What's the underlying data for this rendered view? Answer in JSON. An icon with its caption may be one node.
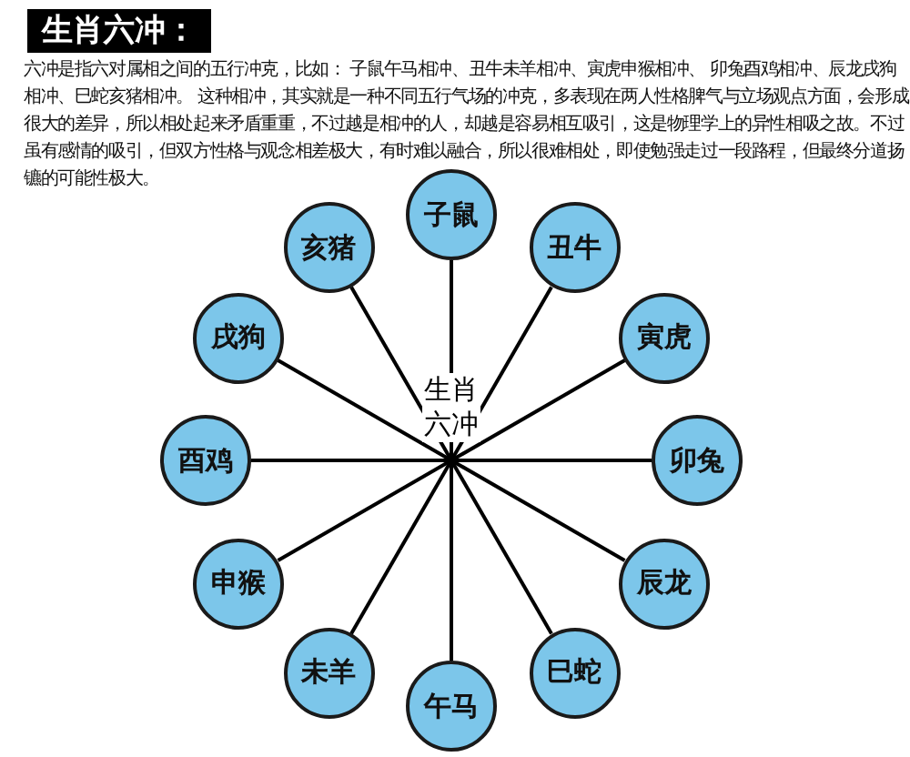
{
  "diagram": {
    "title": "生肖六冲：",
    "nodes": [
      {
        "text": [
          "生肖六冲"
        ]
      },
      {
        "text": [
          "子鼠"
        ]
      },
      {
        "text": [
          "丑牛"
        ]
      },
      {
        "text": [
          "寅虎"
        ]
      },
      {
        "text": [
          "卯兔"
        ]
      },
      {
        "text": [
          "辰龙"
        ]
      },
      {
        "text": [
          "巳蛇"
        ]
      },
      {
        "text": [
          "午马"
        ]
      },
      {
        "text": [
          "未羊"
        ]
      },
      {
        "text": [
          "申猴"
        ]
      },
      {
        "text": [
          "酉鸡"
        ]
      },
      {
        "text": [
          "戌狗"
        ]
      },
      {
        "text": [
          "亥猪"
        ]
      }
    ],
    "edges": [
      {
        "from": 0,
        "to": 1,
        "arrow": "none"
      },
      {
        "from": 0,
        "to": 2,
        "arrow": "none"
      },
      {
        "from": 0,
        "to": 3,
        "arrow": "none"
      },
      {
        "from": 0,
        "to": 4,
        "arrow": "none"
      },
      {
        "from": 0,
        "to": 5,
        "arrow": "none"
      },
      {
        "from": 0,
        "to": 6,
        "arrow": "none"
      },
      {
        "from": 0,
        "to": 7,
        "arrow": "none"
      },
      {
        "from": 0,
        "to": 8,
        "arrow": "none"
      },
      {
        "from": 0,
        "to": 9,
        "arrow": "none"
      },
      {
        "from": 0,
        "to": 10,
        "arrow": "none"
      },
      {
        "from": 0,
        "to": 11,
        "arrow": "none"
      },
      {
        "from": 0,
        "to": 12,
        "arrow": "none"
      }
    ],
    "labels": [
      "六冲是指六对属相之间的五行冲克，比如： 子鼠午马相冲、丑牛未羊相冲、寅虎申猴相冲、 卯兔酉鸡相冲、辰龙戌狗相冲、巳蛇亥猪相冲。 这种相冲，其实就是一种不同五行气场的冲克，多表现在两人性格脾气与立场观点方面，会形成很大的差异，所以相处起来矛盾重重，不过越是相冲的人，却越是容易相互吸引，这是物理学上的异性相吸之故。不过虽有感情的吸引，但双方性格与观念相差极大，有时难以融合，所以很难相处，即使勉强走过一段路程，但最终分道扬镳的可能性极大。"
    ]
  }
}
